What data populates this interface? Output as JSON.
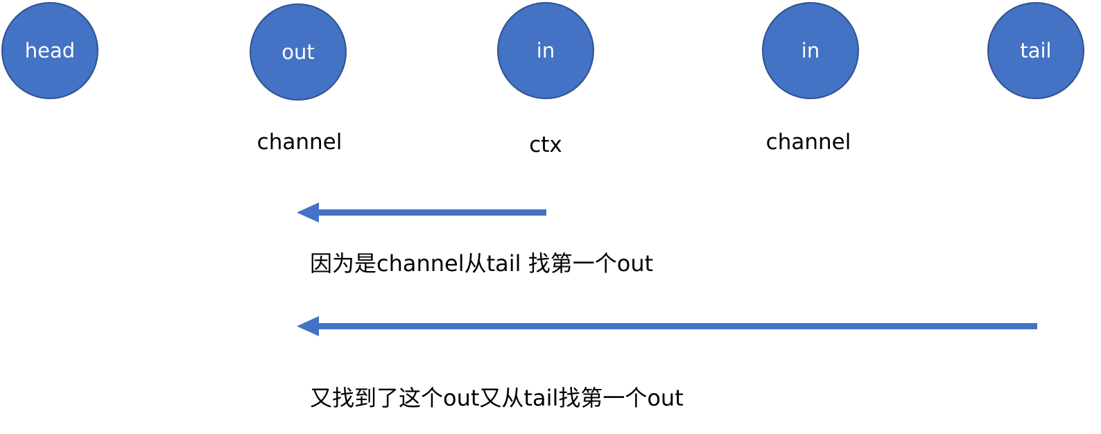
{
  "colors": {
    "node_fill": "#4472c4",
    "node_border": "#2f528f",
    "node_text": "#ffffff",
    "arrow": "#4472c4",
    "text": "#000000"
  },
  "nodes": [
    {
      "label": "head",
      "sublabel": ""
    },
    {
      "label": "out",
      "sublabel": "channel"
    },
    {
      "label": "in",
      "sublabel": "ctx"
    },
    {
      "label": "in",
      "sublabel": "channel"
    },
    {
      "label": "tail",
      "sublabel": ""
    }
  ],
  "notes": {
    "first": "因为是channel从tail 找第一个out",
    "second": "又找到了这个out又从tail找第一个out"
  }
}
